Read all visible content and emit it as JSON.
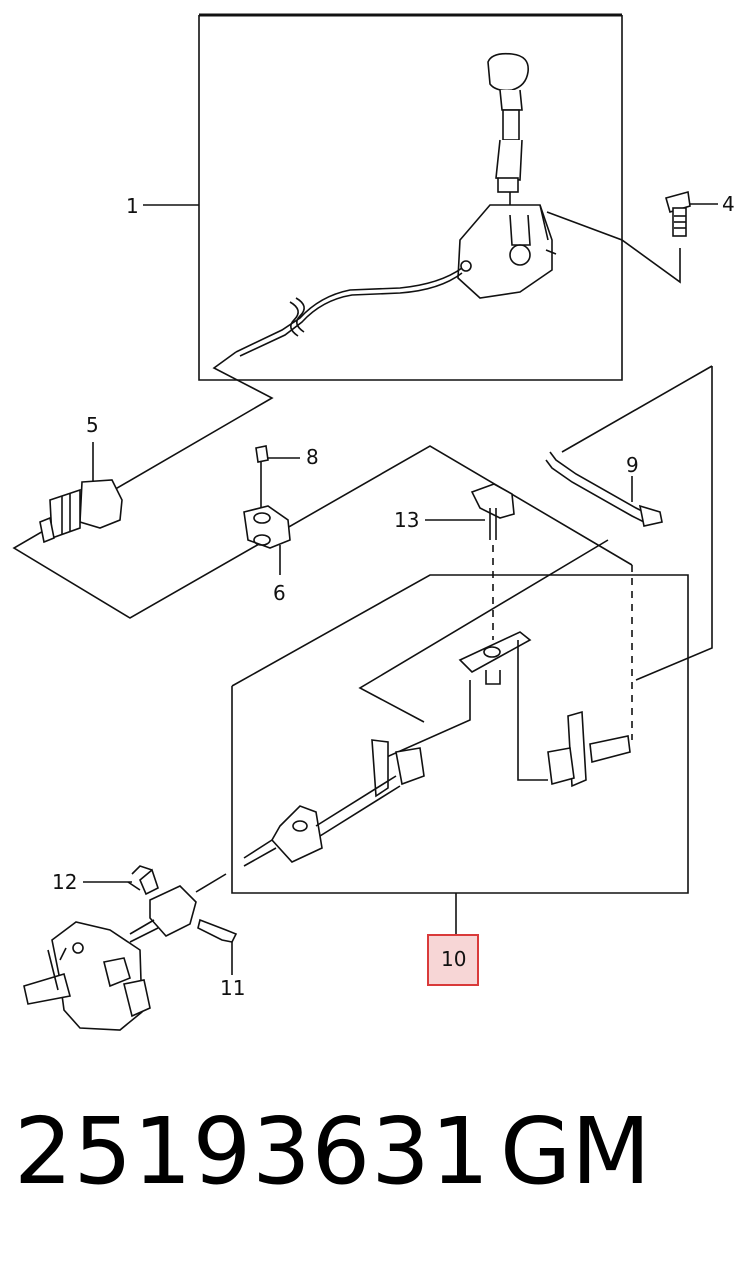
{
  "diagram": {
    "callouts": [
      {
        "id": "1",
        "label": "1"
      },
      {
        "id": "4",
        "label": "4"
      },
      {
        "id": "5",
        "label": "5"
      },
      {
        "id": "6",
        "label": "6"
      },
      {
        "id": "8",
        "label": "8"
      },
      {
        "id": "9",
        "label": "9"
      },
      {
        "id": "10",
        "label": "10",
        "highlighted": true
      },
      {
        "id": "11",
        "label": "11"
      },
      {
        "id": "12",
        "label": "12"
      },
      {
        "id": "13",
        "label": "13"
      }
    ],
    "highlight_color": "#d93a3a",
    "highlight_fill": "#f7d6d6"
  },
  "footer": {
    "part_number": "25193631",
    "maker": "GM"
  }
}
